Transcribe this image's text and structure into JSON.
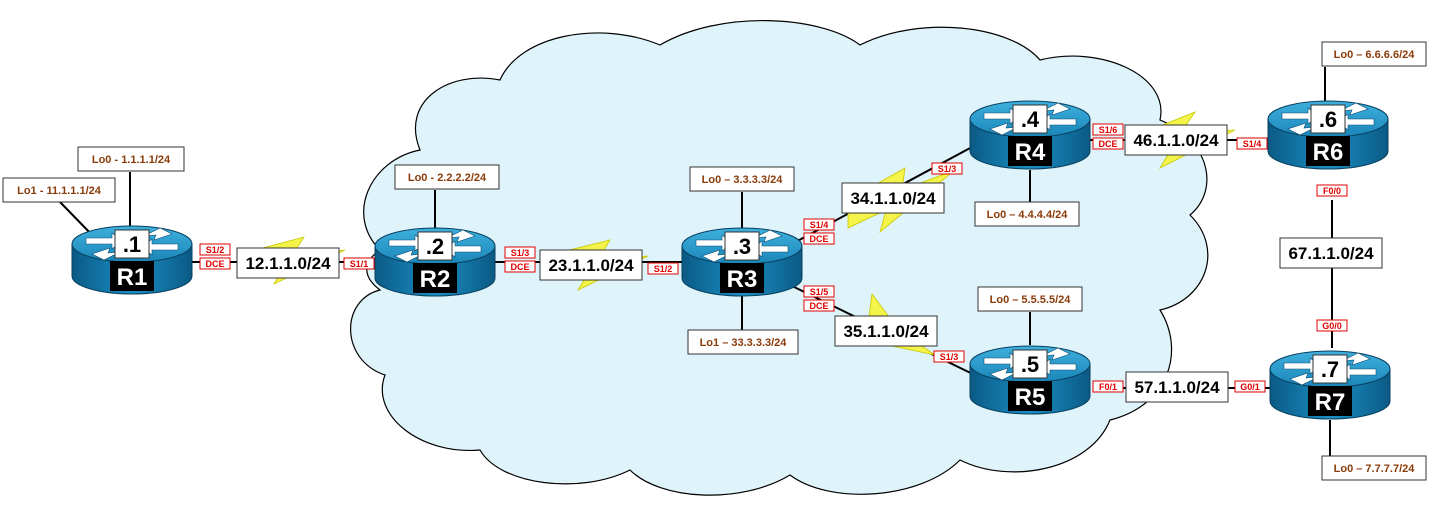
{
  "colors": {
    "cloud_fill": "#dff3fa",
    "router_blue": "#1c8fbf",
    "router_dark": "#0a5f8a",
    "serial_bolt": "#f3f34a",
    "loopback_text": "#8a3b0a",
    "interface_text": "#e00000"
  },
  "routers": [
    {
      "name": "R1",
      "host": ".1",
      "loopbacks": [
        "Lo0 - 1.1.1.1/24",
        "Lo1 - 11.1.1.1/24"
      ]
    },
    {
      "name": "R2",
      "host": ".2",
      "loopbacks": [
        "Lo0 - 2.2.2.2/24"
      ]
    },
    {
      "name": "R3",
      "host": ".3",
      "loopbacks": [
        "Lo0 – 3.3.3.3/24",
        "Lo1 – 33.3.3.3/24"
      ]
    },
    {
      "name": "R4",
      "host": ".4",
      "loopbacks": [
        "Lo0 – 4.4.4.4/24"
      ]
    },
    {
      "name": "R5",
      "host": ".5",
      "loopbacks": [
        "Lo0 – 5.5.5.5/24"
      ]
    },
    {
      "name": "R6",
      "host": ".6",
      "loopbacks": [
        "Lo0 – 6.6.6.6/24"
      ]
    },
    {
      "name": "R7",
      "host": ".7",
      "loopbacks": [
        "Lo0 – 7.7.7.7/24"
      ]
    }
  ],
  "links": [
    {
      "network": "12.1.1.0/24",
      "labels": [
        "S1/2",
        "DCE",
        "S1/1"
      ]
    },
    {
      "network": "23.1.1.0/24",
      "labels": [
        "S1/3",
        "DCE",
        "S1/2"
      ]
    },
    {
      "network": "34.1.1.0/24",
      "labels": [
        "S1/4",
        "DCE",
        "S1/3"
      ]
    },
    {
      "network": "35.1.1.0/24",
      "labels": [
        "S1/5",
        "DCE",
        "S1/3"
      ]
    },
    {
      "network": "46.1.1.0/24",
      "labels": [
        "S1/6",
        "DCE",
        "S1/4"
      ]
    },
    {
      "network": "67.1.1.0/24",
      "labels": [
        "F0/0",
        "G0/0"
      ]
    },
    {
      "network": "57.1.1.0/24",
      "labels": [
        "F0/1",
        "G0/1"
      ]
    }
  ]
}
